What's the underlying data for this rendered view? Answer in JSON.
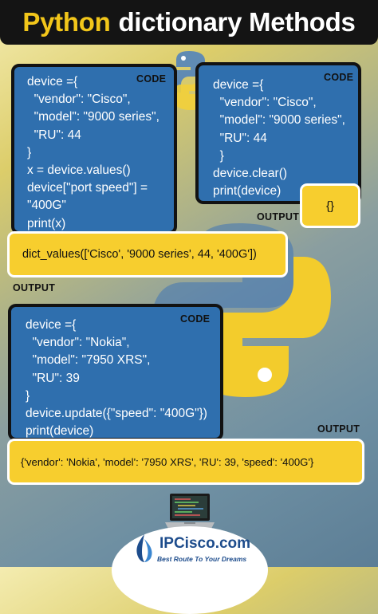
{
  "title": {
    "keyword": "Python",
    "rest": "dictionary Methods"
  },
  "labels": {
    "code": "CODE",
    "output": "OUTPUT"
  },
  "example1": {
    "code": "device ={\n  \"vendor\": \"Cisco\",\n  \"model\": \"9000 series\",\n  \"RU\": 44\n}\nx = device.values()\ndevice[\"port speed\"] =\n\"400G\"\nprint(x)",
    "output": "dict_values(['Cisco', '9000 series', 44, '400G'])"
  },
  "example2": {
    "code": "device ={\n  \"vendor\": \"Cisco\",\n  \"model\": \"9000 series\",\n  \"RU\": 44\n  }\ndevice.clear()\nprint(device)",
    "output": "{}"
  },
  "example3": {
    "code": "device ={\n  \"vendor\": \"Nokia\",\n  \"model\": \"7950 XRS\",\n  \"RU\": 39\n}\ndevice.update({\"speed\": \"400G\"})\nprint(device)",
    "output": "{'vendor': 'Nokia', 'model': '7950 XRS', 'RU': 39, 'speed': '400G'}"
  },
  "brand": {
    "name": "IPCisco.com",
    "tagline": "Best Route To Your Dreams"
  },
  "colors": {
    "title_bg": "#141414",
    "title_keyword": "#f2c61a",
    "code_bg": "#2f6fae",
    "output_bg": "#f7ce2e",
    "brand_text": "#1d4c8c"
  },
  "icons": [
    "python-logo-icon",
    "laptop-icon",
    "ipcisco-logo-icon"
  ]
}
